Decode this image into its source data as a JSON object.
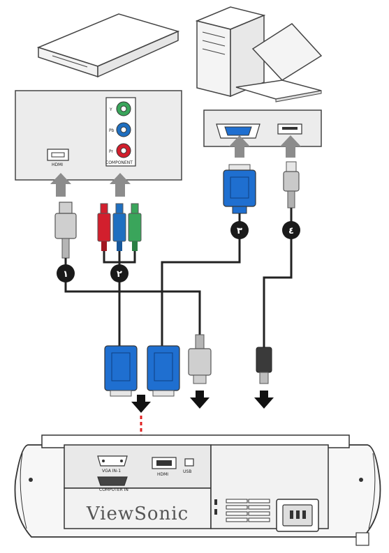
{
  "panels": {
    "av_ports": {
      "hdmi_label": "HDMI",
      "component_label": "COMPONENT",
      "jacks": [
        {
          "label": "Y",
          "color": "#3aa55b"
        },
        {
          "label": "Pb",
          "color": "#1f6fc0"
        },
        {
          "label": "Pr",
          "color": "#d21f2d"
        }
      ]
    }
  },
  "badges": [
    {
      "id": "1",
      "text": "١"
    },
    {
      "id": "2",
      "text": "٢"
    },
    {
      "id": "3",
      "text": "٣"
    },
    {
      "id": "4",
      "text": "٤"
    }
  ],
  "projector": {
    "brand": "ViewSonic",
    "port_labels": {
      "vga_in_1": "VGA IN-1",
      "vga_in_2": "COMPUTER IN",
      "hdmi": "HDMI",
      "usb": "USB"
    }
  },
  "colors": {
    "vga_blue": "#1f6fd0",
    "cable_gray": "#9a9a9a",
    "arrow_gray": "#8c8c8c",
    "highlight_red": "#e02020"
  }
}
